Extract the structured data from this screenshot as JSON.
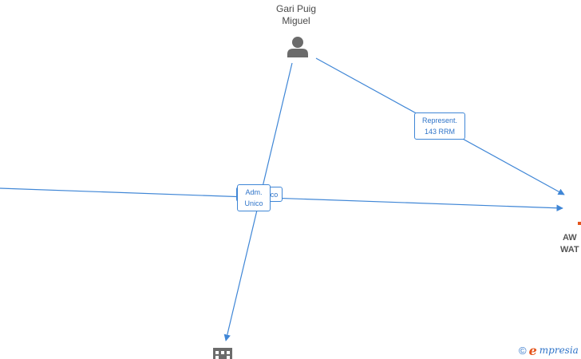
{
  "person": {
    "name_line1": "Gari Puig",
    "name_line2": "Miguel"
  },
  "edges": {
    "represent": {
      "line1": "Represent.",
      "line2": "143 RRM"
    },
    "back": {
      "text": "Adm. Unico"
    },
    "adm": {
      "line1": "Adm.",
      "line2": "Unico"
    }
  },
  "company": {
    "line1": "AW",
    "line2": "WAT"
  },
  "watermark": {
    "copyright": "©",
    "brand_initial": "e",
    "brand_rest": "mpresia"
  },
  "colors": {
    "edge": "#3f86d6",
    "icon": "#6b6b6b",
    "brand_accent": "#e5541b"
  }
}
